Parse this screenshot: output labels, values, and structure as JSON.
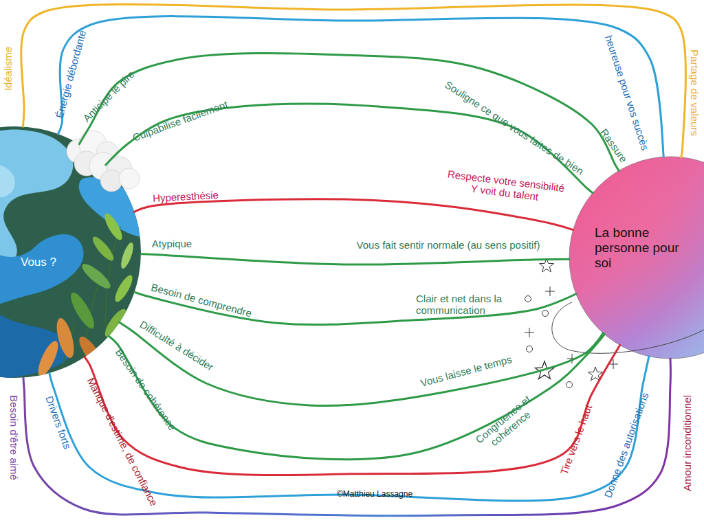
{
  "diagram": {
    "nodes": [
      {
        "text": [
          "Vous ?"
        ]
      },
      {
        "text": [
          "La bonne personne pour soi"
        ]
      }
    ],
    "edges": [
      {
        "from": 0,
        "to": 1,
        "arrow": "none"
      },
      {
        "from": 0,
        "to": 1,
        "arrow": "none"
      },
      {
        "from": 0,
        "to": 1,
        "arrow": "none"
      },
      {
        "from": 0,
        "to": 1,
        "arrow": "none"
      },
      {
        "from": 0,
        "to": 1,
        "arrow": "none"
      },
      {
        "from": 0,
        "to": 1,
        "arrow": "none"
      },
      {
        "from": 0,
        "to": 1,
        "arrow": "none"
      },
      {
        "from": 0,
        "to": 1,
        "arrow": "none"
      },
      {
        "from": 0,
        "to": 1,
        "arrow": "none"
      },
      {
        "from": 0,
        "to": 1,
        "arrow": "none"
      },
      {
        "from": 0,
        "to": 1,
        "arrow": "none"
      },
      {
        "from": 0,
        "to": 1,
        "arrow": "none"
      }
    ],
    "labels": [
      "Idéalisme",
      "Énergie débordante",
      "Anticipe le pire",
      "Culpabilise facilement",
      "Hyperesthésie",
      "Atypique",
      "Besoin de comprendre",
      "Difficulté à décider",
      "Besoin de cohérence",
      "Manque d'estime, de confiance",
      "Drivers forts",
      "Besoin d'être aimé",
      "Partage de valeurs",
      "heureuse pour vos succès",
      "Souligne ce que vous faites de bien",
      "Rassure",
      "Respecte votre sensibilité Y voit du talent",
      "Vous fait sentir normale (au sens positif)",
      "Clair et net dans la communication",
      "Vous laisse le temps",
      "Congruence et cohérence",
      "Tire vers le haut",
      "Donne des autorisations",
      "Amour inconditionnel",
      "©Matthieu Lassagne"
    ]
  }
}
